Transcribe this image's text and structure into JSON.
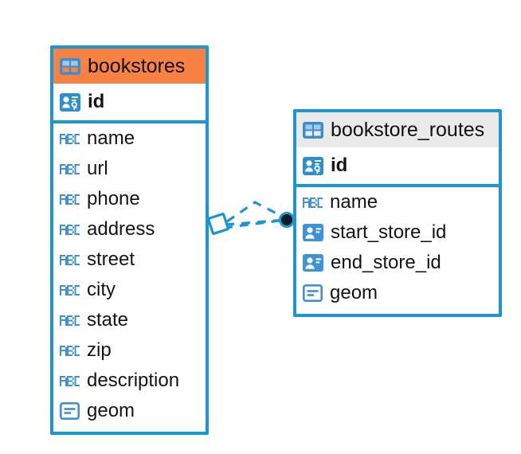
{
  "diagram": {
    "type": "entity-relationship-diagram",
    "background": "#ffffff",
    "accent_color": "#1b96d5",
    "highlight_color": "#f78243",
    "neutral_header_color": "#eaeaea"
  },
  "entities": [
    {
      "name": "bookstores",
      "header_style": "accent",
      "header_icon": "table-icon",
      "primary_key": {
        "name": "id",
        "icon": "primary-key-icon",
        "type": "pk"
      },
      "fields": [
        {
          "name": "name",
          "icon": "text-type-icon",
          "type": "text"
        },
        {
          "name": "url",
          "icon": "text-type-icon",
          "type": "text"
        },
        {
          "name": "phone",
          "icon": "text-type-icon",
          "type": "text"
        },
        {
          "name": "address",
          "icon": "text-type-icon",
          "type": "text"
        },
        {
          "name": "street",
          "icon": "text-type-icon",
          "type": "text"
        },
        {
          "name": "city",
          "icon": "text-type-icon",
          "type": "text"
        },
        {
          "name": "state",
          "icon": "text-type-icon",
          "type": "text"
        },
        {
          "name": "zip",
          "icon": "text-type-icon",
          "type": "text"
        },
        {
          "name": "description",
          "icon": "text-type-icon",
          "type": "text"
        },
        {
          "name": "geom",
          "icon": "geometry-type-icon",
          "type": "geometry"
        }
      ]
    },
    {
      "name": "bookstore_routes",
      "header_style": "neutral",
      "header_icon": "table-icon",
      "primary_key": {
        "name": "id",
        "icon": "primary-key-icon",
        "type": "pk"
      },
      "fields": [
        {
          "name": "name",
          "icon": "text-type-icon",
          "type": "text"
        },
        {
          "name": "start_store_id",
          "icon": "foreign-key-icon",
          "type": "fk"
        },
        {
          "name": "end_store_id",
          "icon": "foreign-key-icon",
          "type": "fk"
        },
        {
          "name": "geom",
          "icon": "geometry-type-icon",
          "type": "geometry"
        }
      ]
    }
  ],
  "relationship": {
    "source_entity": "bookstores",
    "target_entity": "bookstore_routes",
    "source_marker": "diamond-marker",
    "target_marker": "filled-circle-marker",
    "line_style": "dashed",
    "color": "#1b96d5"
  }
}
